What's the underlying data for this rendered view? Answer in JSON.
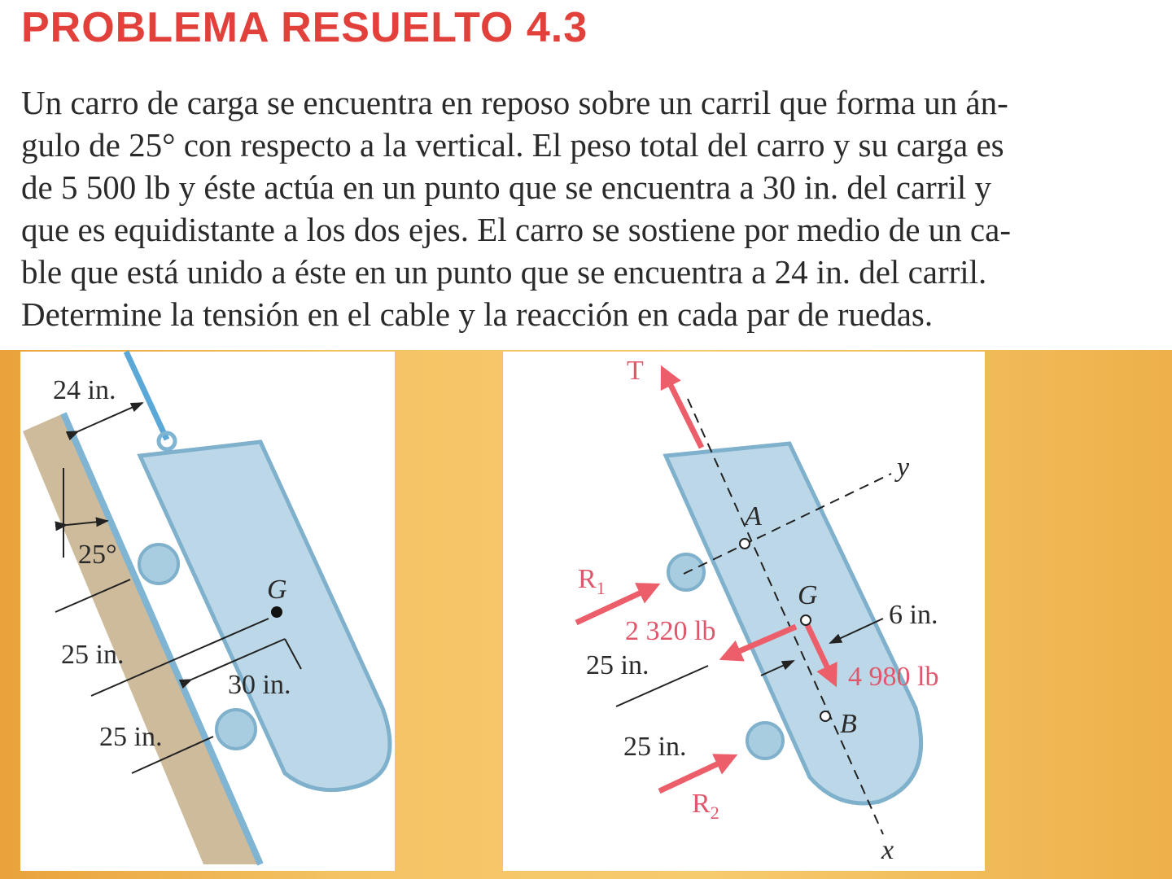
{
  "title": "PROBLEMA RESUELTO 4.3",
  "paragraph": [
    "Un carro de carga se encuentra en reposo sobre un carril que forma un án-",
    "gulo de 25° con respecto a la vertical. El peso total del carro y su carga es",
    "de 5 500 lb y éste actúa en un punto que se encuentra a 30 in. del carril y",
    "que es equidistante a los dos ejes. El carro se sostiene por medio de un ca-",
    "ble que está unido a éste en un punto que se encuentra a 24 in. del carril.",
    "Determine la tensión en el cable y la reacción en cada par de ruedas."
  ],
  "figure_left": {
    "dim_cable": "24 in.",
    "angle": "25°",
    "point_g": "G",
    "dim_upper": "25 in.",
    "dim_lower": "25 in.",
    "dim_weight": "30 in."
  },
  "figure_right": {
    "tension": "T",
    "axis_y": "y",
    "axis_x": "x",
    "point_a": "A",
    "point_g": "G",
    "point_b": "B",
    "r1": "R",
    "r1_sub": "1",
    "r2": "R",
    "r2_sub": "2",
    "force_y": "2 320 lb",
    "force_x": "4 980 lb",
    "dim_offset": "6 in.",
    "dim_upper": "25 in.",
    "dim_lower": "25 in."
  },
  "colors": {
    "title": "#e2403a",
    "force": "#ec5f6a",
    "cart": "#b9d6e6",
    "background": "#f4c464"
  }
}
